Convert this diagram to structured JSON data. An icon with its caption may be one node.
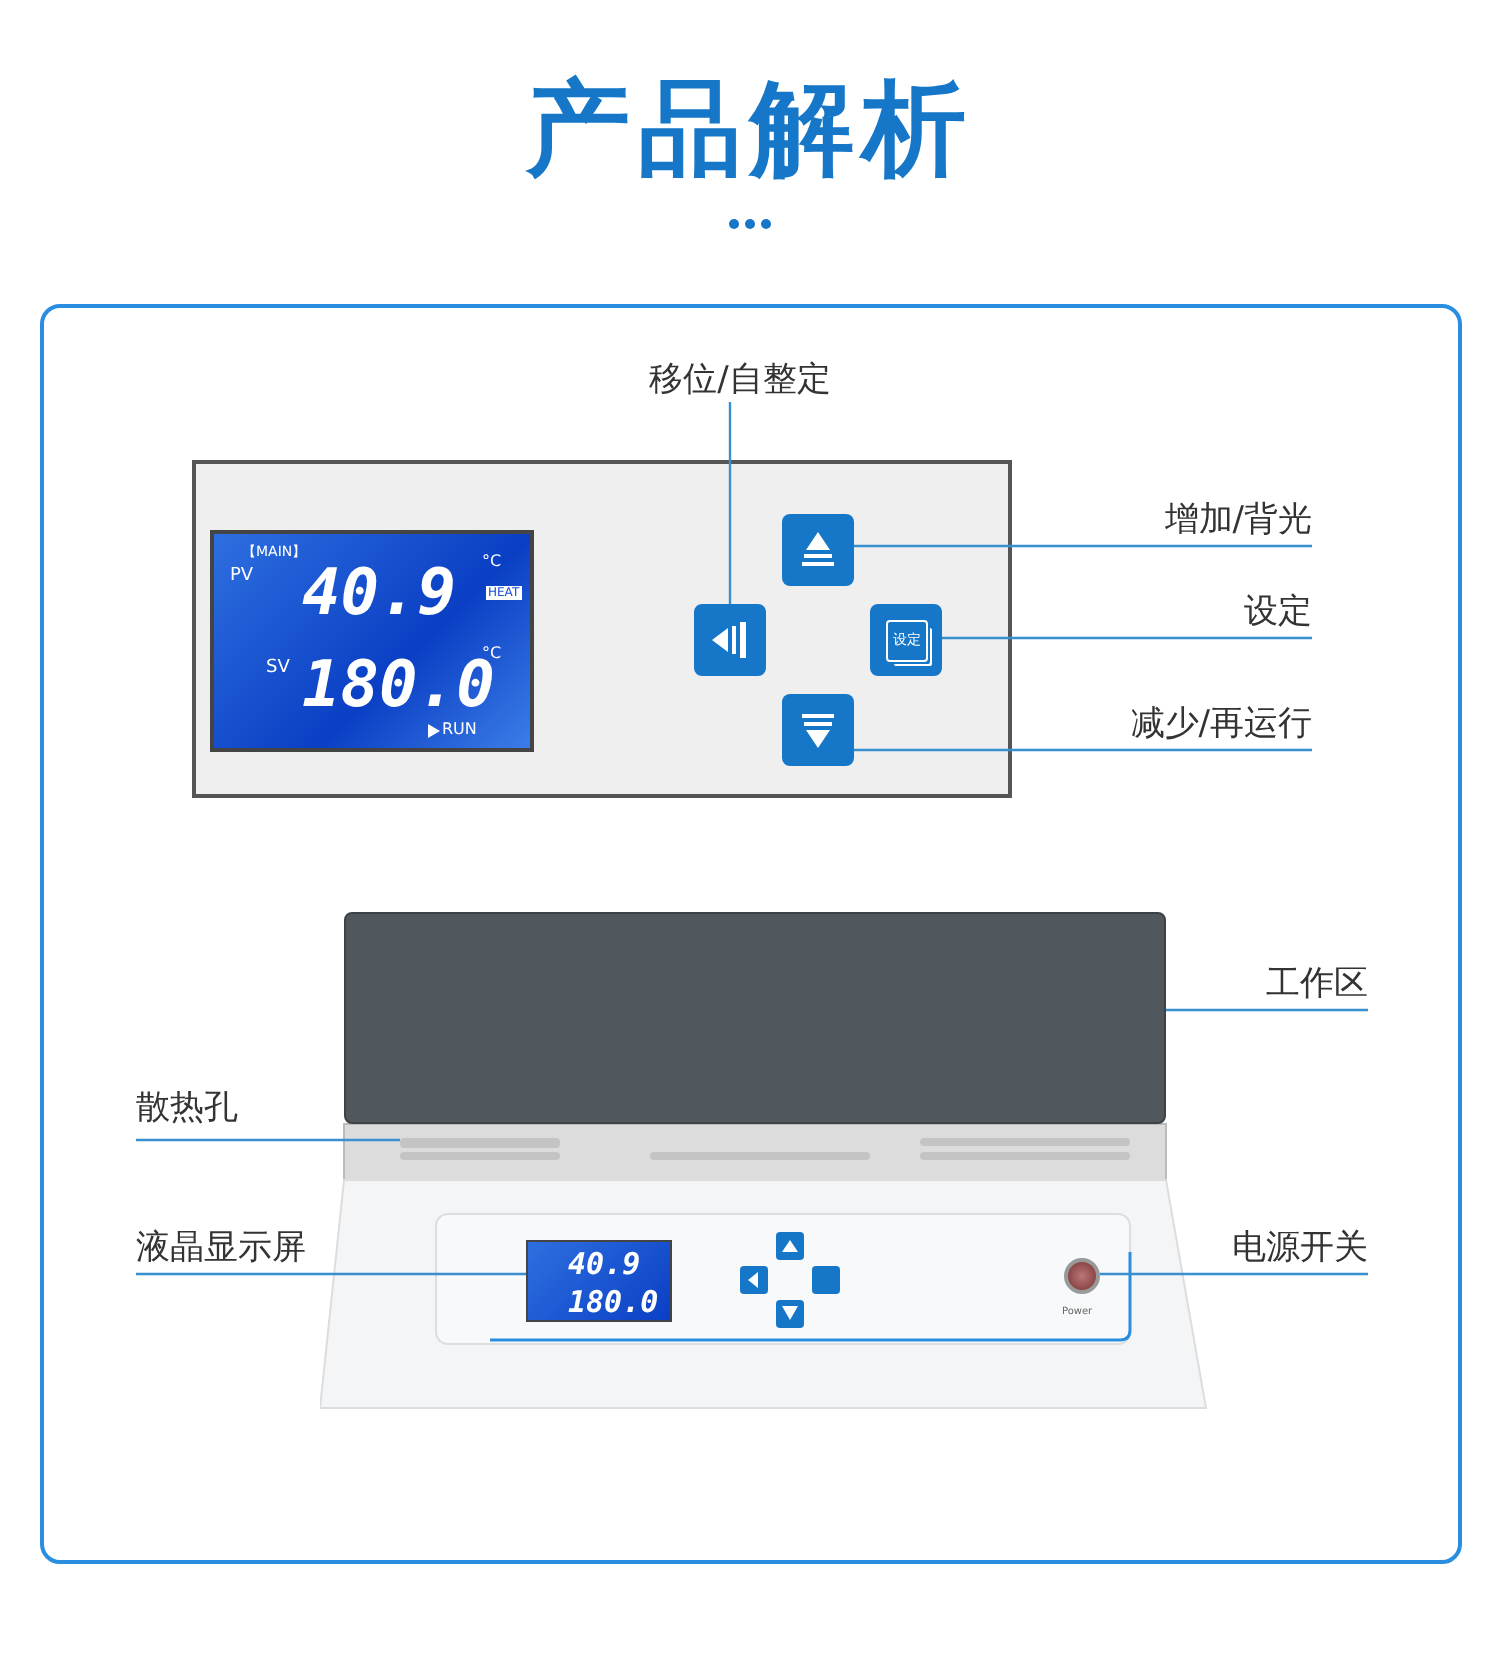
{
  "diagram": {
    "title": "产品解析",
    "nodes": [
      {
        "text": [
          "移位/自整定"
        ]
      },
      {
        "text": [
          "增加/背光"
        ]
      },
      {
        "text": [
          "设定"
        ]
      },
      {
        "text": [
          "减少/再运行"
        ]
      },
      {
        "text": [
          "工作区"
        ]
      },
      {
        "text": [
          "散热孔"
        ]
      },
      {
        "text": [
          "液晶显示屏"
        ]
      },
      {
        "text": [
          "电源开关"
        ]
      },
      {
        "text": [],
        "shape": "box"
      },
      {
        "text": [],
        "shape": "box"
      },
      {
        "text": [
          "设定"
        ]
      },
      {
        "text": [],
        "shape": "box"
      },
      {
        "text": [],
        "shape": "box"
      },
      {
        "text": [],
        "shape": "bar"
      },
      {
        "text": [
          "40.9",
          "180.0"
        ]
      },
      {
        "text": [],
        "shape": "circle"
      }
    ],
    "edges": [
      {
        "from": 0,
        "to": 8,
        "arrow": "none"
      },
      {
        "from": 1,
        "to": 9,
        "arrow": "none"
      },
      {
        "from": 2,
        "to": 10,
        "arrow": "none"
      },
      {
        "from": 3,
        "to": 11,
        "arrow": "none"
      },
      {
        "from": 4,
        "to": 12,
        "arrow": "none"
      },
      {
        "from": 5,
        "to": 13,
        "arrow": "none"
      },
      {
        "from": 6,
        "to": 14,
        "arrow": "none"
      },
      {
        "from": 7,
        "to": 15,
        "arrow": "none"
      }
    ],
    "labels": [
      "【MAIN】",
      "PV",
      "40.9",
      "°C",
      "HEAT",
      "SV",
      "180.0",
      "°C",
      "RUN",
      "Power"
    ]
  }
}
